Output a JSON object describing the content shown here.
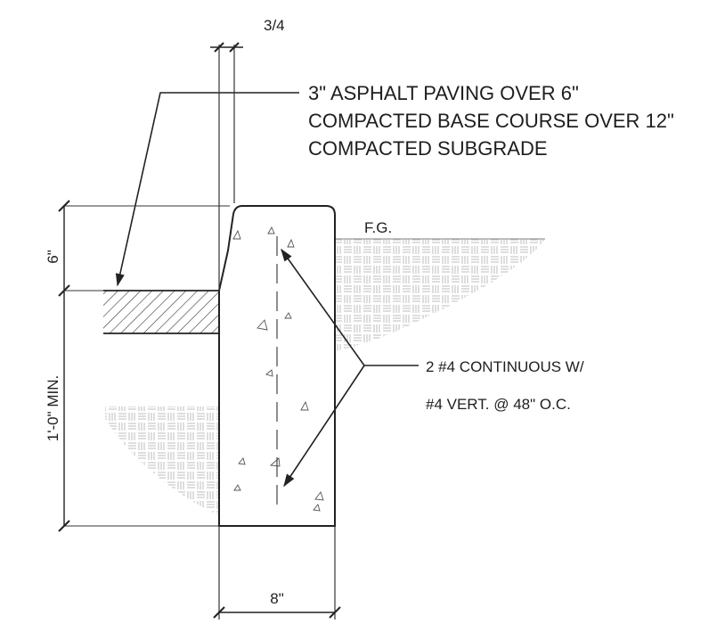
{
  "dimensions": {
    "top_offset": "3/4",
    "curb_height": "6\"",
    "footing_depth": "1'-0\" MIN.",
    "curb_width": "8\""
  },
  "callouts": {
    "paving": [
      "3\" ASPHALT PAVING OVER 6\"",
      "COMPACTED BASE COURSE OVER 12\"",
      "COMPACTED SUBGRADE"
    ],
    "grade": "F.G.",
    "rebar": [
      "2 #4 CONTINUOUS W/",
      "#4 VERT. @ 48\" O.C."
    ]
  },
  "colors": {
    "ink": "#222222",
    "background": "#ffffff",
    "earth": "#bcbcbc"
  }
}
